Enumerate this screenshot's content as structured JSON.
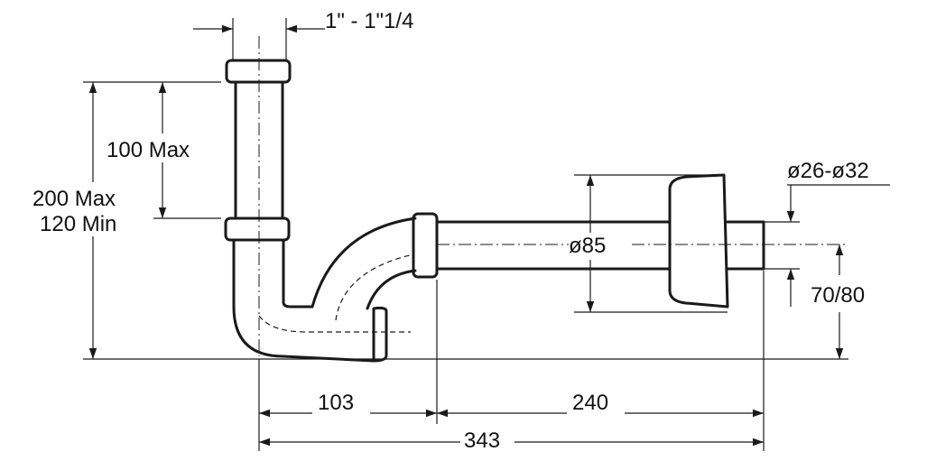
{
  "dimensions": {
    "inlet_thread": "1\" - 1\"1/4",
    "tube_max": "100 Max",
    "height_max": "200 Max",
    "height_min": "120 Min",
    "rosette_diameter": "ø85",
    "outlet_diameter": "ø26-ø32",
    "outlet_height": "70/80",
    "horizontal_first": "103",
    "horizontal_second": "240",
    "horizontal_total": "343"
  }
}
